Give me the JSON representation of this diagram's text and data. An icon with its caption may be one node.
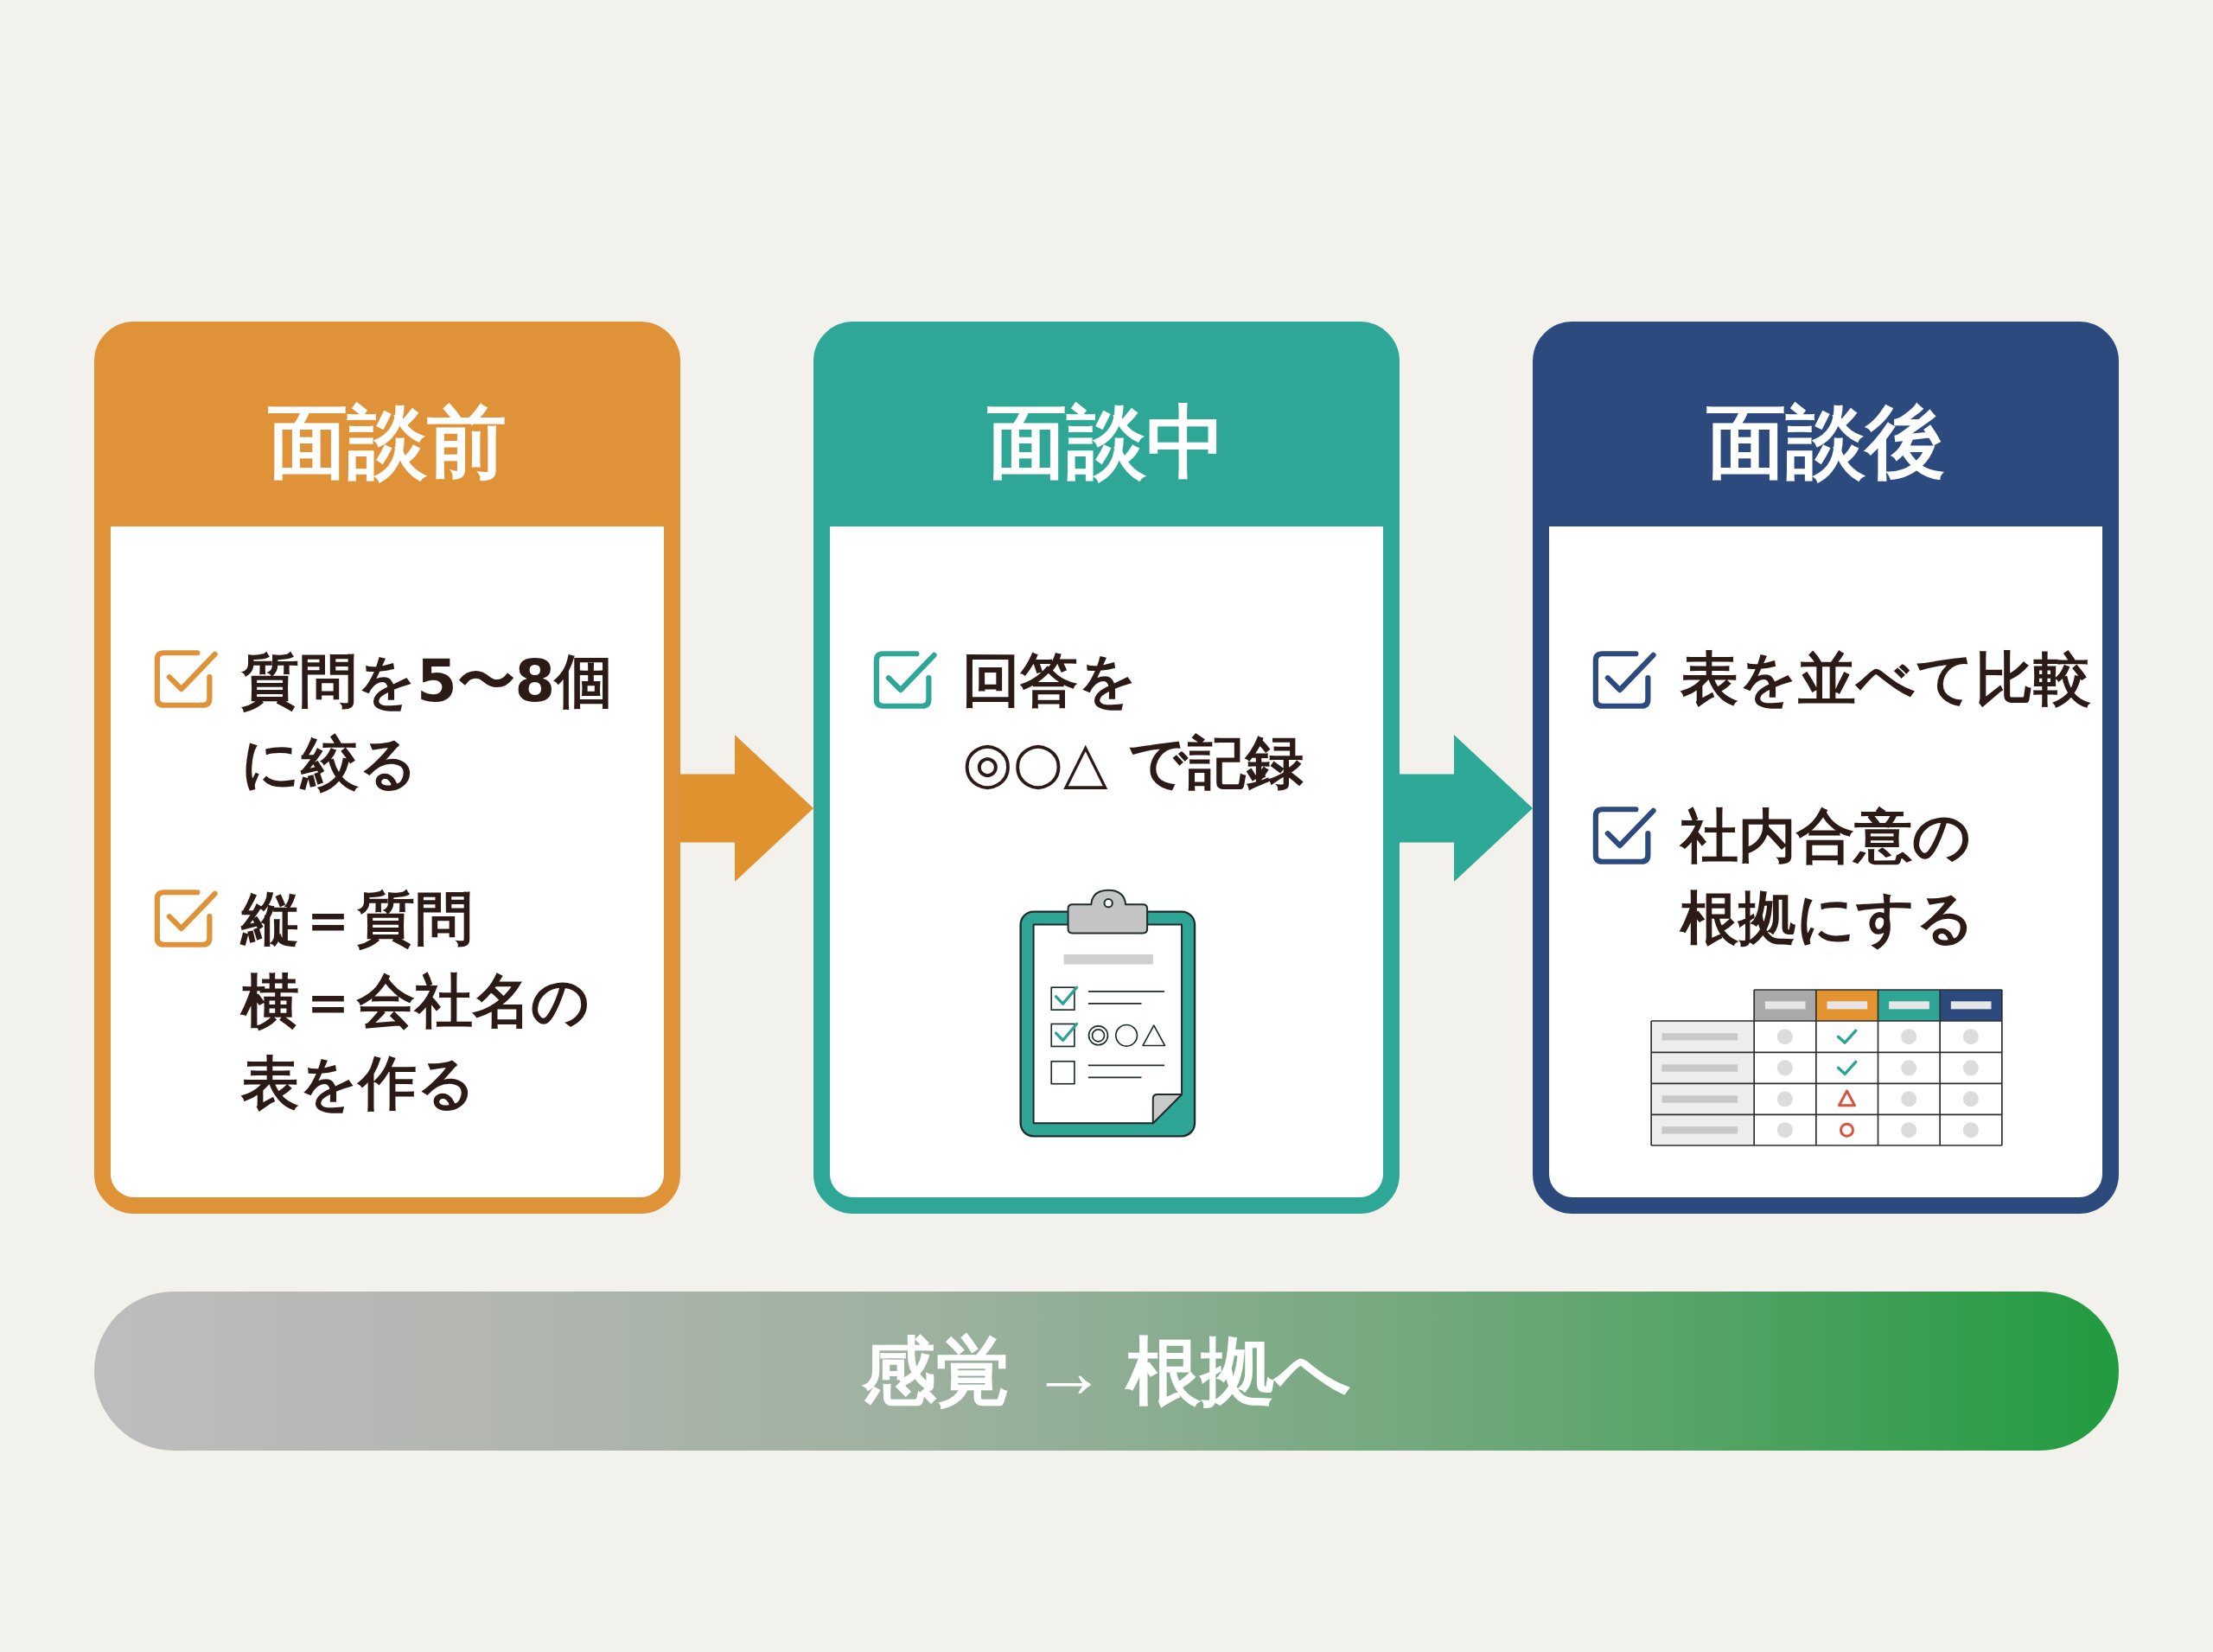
{
  "diagram": {
    "nodes": [
      {
        "text": [
          "面談前",
          "質問を5〜8個に絞る",
          "縦＝質問横＝会社名の表を作る"
        ]
      },
      {
        "text": [
          "面談中",
          "回答を◎○△ で記録"
        ]
      },
      {
        "text": [
          "面談後",
          "表を並べて比較",
          "社内合意の根拠にする"
        ]
      },
      {
        "text": [
          "感覚 → 根拠へ"
        ]
      }
    ],
    "edges": [
      {
        "from": 0,
        "to": 1,
        "arrow": "to",
        "color": "#e0922f"
      },
      {
        "from": 1,
        "to": 2,
        "arrow": "to",
        "color": "#2ea897"
      }
    ]
  }
}
